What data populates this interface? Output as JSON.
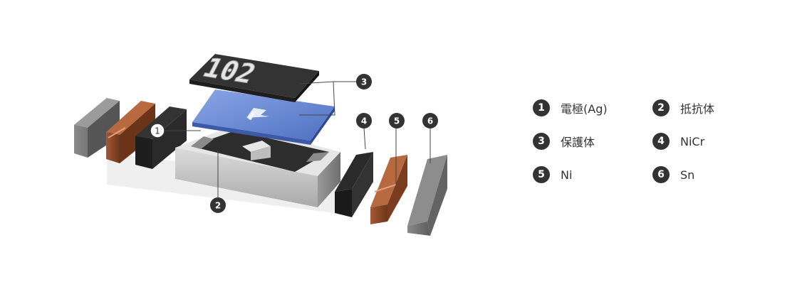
{
  "chip": {
    "marking": "102"
  },
  "callouts": [
    "1",
    "2",
    "3",
    "4",
    "5",
    "6"
  ],
  "legend": [
    {
      "num": "1",
      "label": "電極(Ag)"
    },
    {
      "num": "2",
      "label": "抵抗体"
    },
    {
      "num": "3",
      "label": "保護体"
    },
    {
      "num": "4",
      "label": "NiCr"
    },
    {
      "num": "5",
      "label": "Ni"
    },
    {
      "num": "6",
      "label": "Sn"
    }
  ],
  "colors": {
    "sn": "#7a7a7a",
    "ni": "#8a4a2a",
    "nicr": "#262626",
    "protective": "#6f8fd6",
    "substrate": "#cfcfcf",
    "marking_plate": "#2f2f2f",
    "badge": "#333333"
  },
  "icons": [
    "numbered-badge-icon"
  ]
}
